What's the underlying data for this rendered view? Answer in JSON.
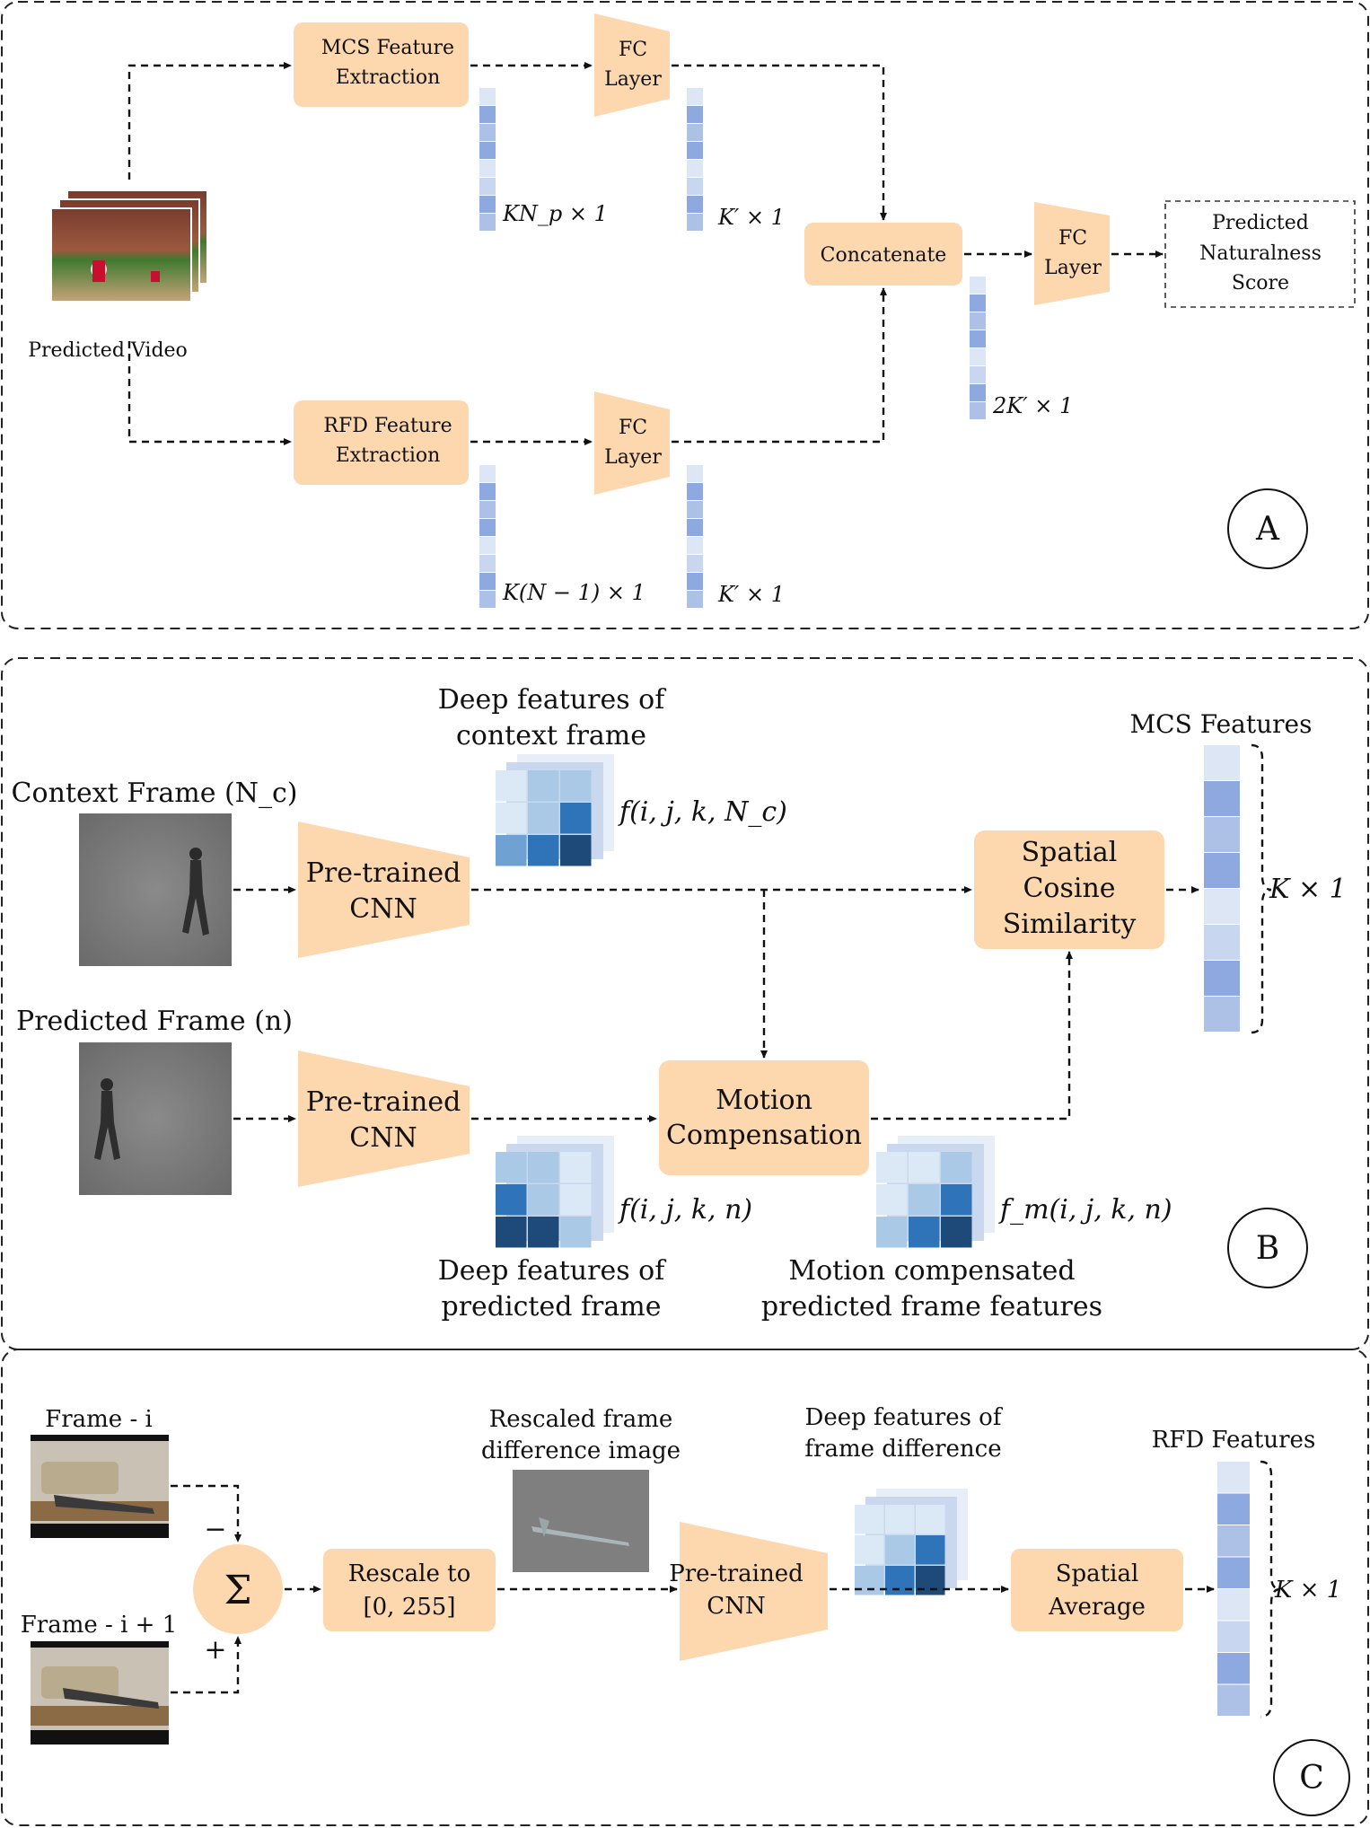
{
  "colors": {
    "box": "#fdd7ae",
    "vec": [
      "#dde6f5",
      "#8ea9e0",
      "#adc0e6",
      "#c9d6ef"
    ],
    "fmap": [
      "#dbe8f5",
      "#a9c9e6",
      "#6fa2d3",
      "#2f73b8",
      "#1e4a7a"
    ]
  },
  "panel_a": {
    "label": "A",
    "video_label": "Predicted Video",
    "mcs_box": [
      "MCS Feature",
      "Extraction"
    ],
    "rfd_box": [
      "RFD Feature",
      "Extraction"
    ],
    "fc_top": [
      "FC",
      "Layer"
    ],
    "fc_bottom": [
      "FC",
      "Layer"
    ],
    "fc_final": [
      "FC",
      "Layer"
    ],
    "concat": "Concatenate",
    "output": [
      "Predicted",
      "Naturalness",
      "Score"
    ],
    "dim_mcs": "KN_p × 1",
    "dim_fc_top": "K′ × 1",
    "dim_rfd": "K(N − 1) × 1",
    "dim_fc_bottom": "K′ × 1",
    "dim_concat": "2K′ × 1"
  },
  "panel_b": {
    "label": "B",
    "context_title": "Context Frame (N_c)",
    "predicted_title": "Predicted Frame (n)",
    "cnn_top": [
      "Pre-trained",
      "CNN"
    ],
    "cnn_bottom": [
      "Pre-trained",
      "CNN"
    ],
    "motion": [
      "Motion",
      "Compensation"
    ],
    "spatial": [
      "Spatial",
      "Cosine",
      "Similarity"
    ],
    "deep_ctx_caption": [
      "Deep features of",
      "context frame"
    ],
    "deep_pred_caption": [
      "Deep features of",
      "predicted frame"
    ],
    "mc_caption": [
      "Motion compensated",
      "predicted frame features"
    ],
    "f_ctx": "f(i, j, k, N_c)",
    "f_pred": "f(i, j, k, n)",
    "f_m": "f_m(i, j, k, n)",
    "features_title": "MCS Features",
    "dim": "K × 1"
  },
  "panel_c": {
    "label": "C",
    "frame_i": "Frame - i",
    "frame_i1": "Frame - i + 1",
    "minus": "−",
    "plus": "+",
    "sigma": "Σ",
    "rescale": [
      "Rescale to",
      "[0, 255]"
    ],
    "rescaled_caption": [
      "Rescaled frame",
      "difference image"
    ],
    "deep_diff_caption": [
      "Deep features of",
      "frame difference"
    ],
    "cnn": [
      "Pre-trained",
      "CNN"
    ],
    "spatial_avg": [
      "Spatial",
      "Average"
    ],
    "features_title": "RFD Features",
    "dim": "K × 1"
  }
}
